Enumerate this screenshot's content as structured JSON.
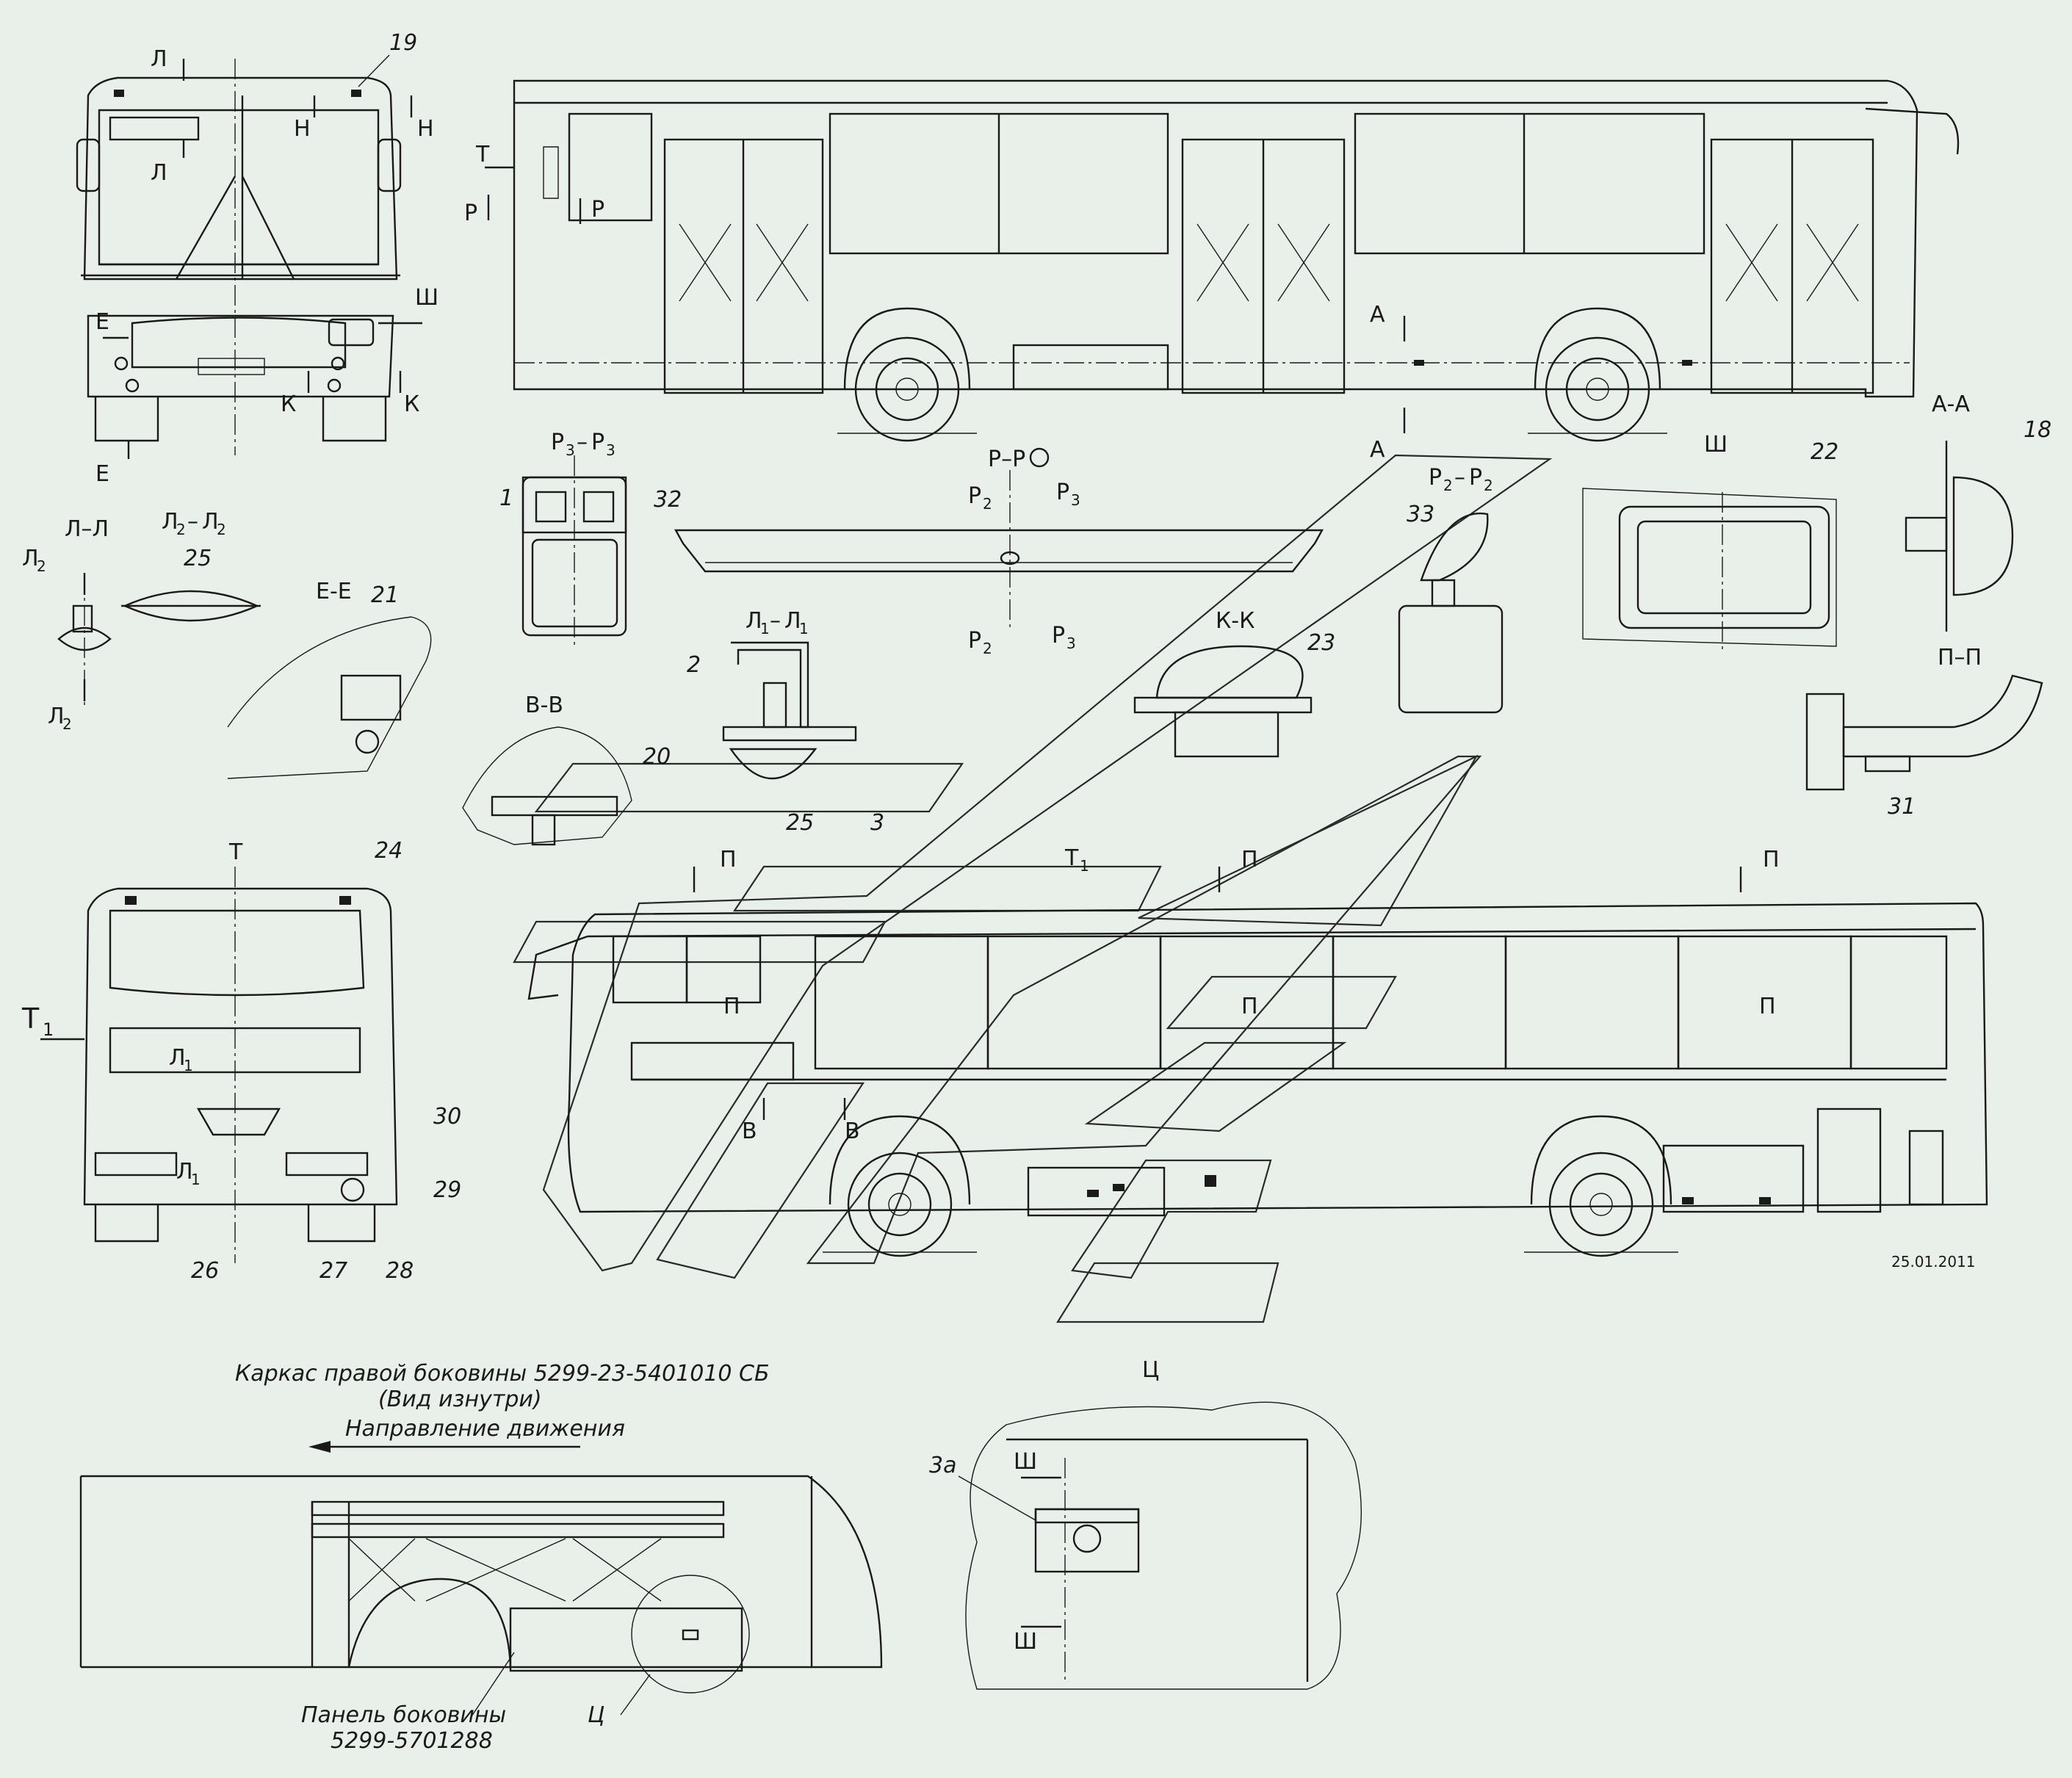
{
  "labels": {
    "l": "Л",
    "l1": "Л",
    "n": "Н",
    "sh": "Ш",
    "e": "Е",
    "k": "К",
    "t": "Т",
    "t1": "Т",
    "r": "Р",
    "a": "А",
    "p": "П",
    "v": "В",
    "sub1": "1",
    "sub2": "2",
    "sub3": "3"
  },
  "sections": {
    "ll": "Л–Л",
    "l2l2_pre": "Л",
    "r3r3_pre": "Р",
    "rr": "Р–Р",
    "p2p2_pre": "Р",
    "l1l1_pre": "Л",
    "ee": "Е-Е",
    "vv": "В-В",
    "kk": "К-К",
    "aa": "А-А",
    "pp": "П–П",
    "sh": "Ш",
    "ts": "Ц"
  },
  "callouts": [
    "1",
    "2",
    "3",
    "18",
    "19",
    "20",
    "21",
    "22",
    "23",
    "24",
    "25",
    "25",
    "26",
    "27",
    "28",
    "29",
    "30",
    "31",
    "32",
    "33",
    "3а"
  ],
  "captions": {
    "frame_title": "Каркас правой боковины 5299-23-5401010 СБ",
    "frame_view": "(Вид изнутри)",
    "direction": "Направление движения",
    "panel_line1": "Панель боковины",
    "panel_line2": "5299-5701288",
    "ts_label": "Ц"
  },
  "date": "25.01.2011"
}
